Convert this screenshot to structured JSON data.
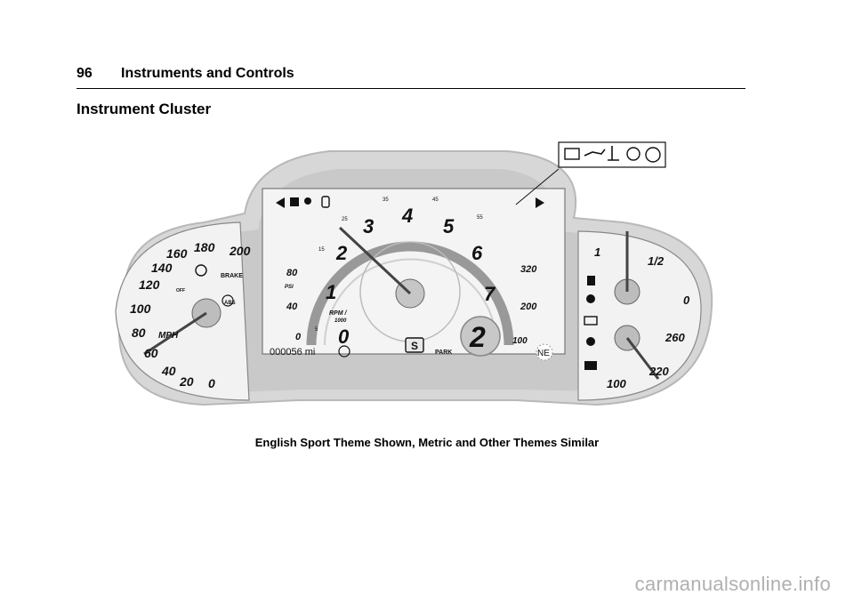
{
  "page": {
    "number": "96",
    "chapter": "Instruments and Controls",
    "section_title": "Instrument Cluster",
    "caption": "English Sport Theme Shown, Metric and Other Themes Similar",
    "watermark": "carmanualsonline.info"
  },
  "cluster": {
    "speedometer": {
      "labels": [
        "200",
        "180",
        "160",
        "140",
        "120",
        "100",
        "80",
        "60",
        "40",
        "20",
        "0"
      ],
      "unit": "MPH",
      "brake_label": "BRAKE",
      "abs_label": "ABS",
      "off_label": "OFF"
    },
    "tachometer": {
      "labels": [
        "0",
        "1",
        "2",
        "3",
        "4",
        "5",
        "6",
        "7"
      ],
      "small_labels": [
        "35",
        "45",
        "55",
        "25",
        "15",
        "5"
      ],
      "unit_line1": "RPM /",
      "unit_line2": "1000",
      "gear": "2",
      "selector": "S",
      "mode": "PARK"
    },
    "oil_pressure": {
      "labels": [
        "80",
        "40",
        "0"
      ],
      "unit": "PSI"
    },
    "oil_temp": {
      "labels": [
        "320",
        "200",
        "100"
      ]
    },
    "odometer": "000056 mi",
    "compass": "NE",
    "fuel": {
      "labels": [
        "1",
        "1/2",
        "0"
      ]
    },
    "coolant": {
      "labels": [
        "260",
        "220",
        "100"
      ]
    }
  }
}
